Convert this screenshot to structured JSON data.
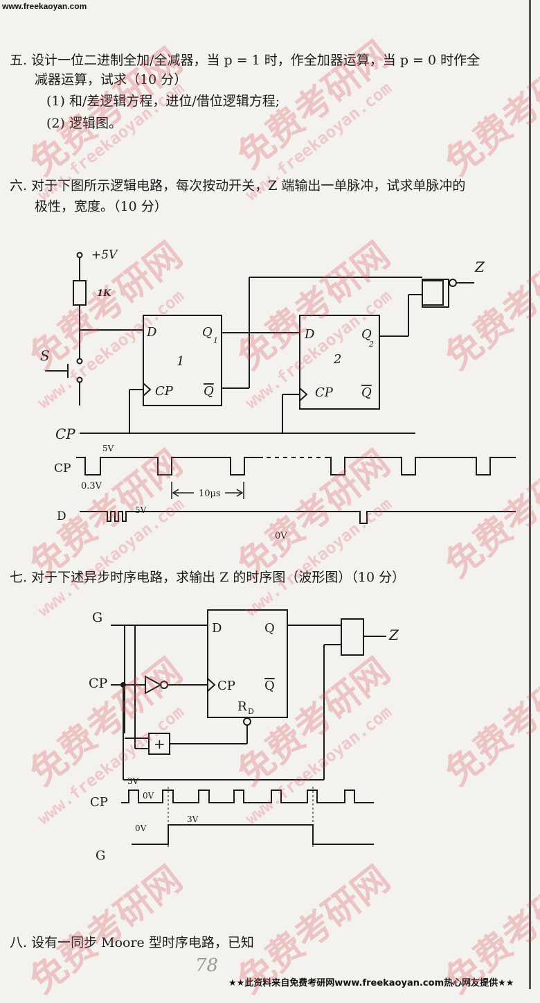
{
  "header": {
    "site": "www.freekaoyan.com"
  },
  "watermark": {
    "text": "免费考研网",
    "url": "www.freekaoyan.com"
  },
  "q5": {
    "line1": "五. 设计一位二进制全加/全减器，当 p = 1 时，作全加器运算，当 p = 0 时作全",
    "line2": "减器运算，试求（10 分）",
    "item1": "(1)  和/差逻辑方程，进位/借位逻辑方程;",
    "item2": "(2)  逻辑图。"
  },
  "q6": {
    "line1": "六. 对于下图所示逻辑电路，每次按动开关，Z 端输出一单脉冲，试求单脉冲的",
    "line2": "极性，宽度。（10 分）",
    "circuit": {
      "vcc": "+5V",
      "resistor": "1K",
      "switch": "S",
      "clock": "CP",
      "output": "Z",
      "ff1": {
        "d": "D",
        "q": "Q",
        "q_sub": "1",
        "num": "1",
        "cp": "CP",
        "qbar": "Q"
      },
      "ff2": {
        "d": "D",
        "q": "Q",
        "q_sub": "2",
        "num": "2",
        "cp": "CP",
        "qbar": "Q"
      }
    },
    "waveform": {
      "cp_label": "CP",
      "high": "5V",
      "low": "0.3V",
      "period": "10μs",
      "d_label": "D",
      "d_high": "5V",
      "d_low": "0V"
    }
  },
  "q7": {
    "line1": "七. 对于下述异步时序电路，求输出 Z 的时序图（波形图）（10 分）",
    "circuit": {
      "g": "G",
      "cp": "CP",
      "d": "D",
      "q": "Q",
      "ffcp": "CP",
      "qbar": "Q",
      "rd": "R",
      "rd_sub": "D",
      "or": "+",
      "z": "Z"
    },
    "waveform": {
      "cp_label": "CP",
      "cp_high": "3V",
      "cp_low": "0V",
      "g_label": "G",
      "g_low": "0V",
      "g_high": "3V"
    }
  },
  "q8": {
    "line1": "八. 设有一同步 Moore 型时序电路，已知"
  },
  "page_number": "78",
  "footer": "★★此资料来自免费考研网www.freekaoyan.com热心网友提供★★"
}
